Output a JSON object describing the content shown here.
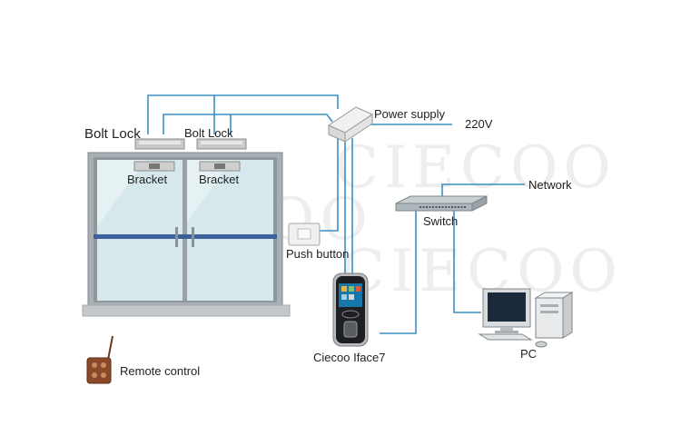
{
  "labels": {
    "bolt_lock_1": "Bolt Lock",
    "bolt_lock_2": "Bolt Lock",
    "bracket_1": "Bracket",
    "bracket_2": "Bracket",
    "power_supply": "Power supply",
    "voltage": "220V",
    "network": "Network",
    "switch": "Switch",
    "push_button": "Push button",
    "terminal": "Ciecoo Iface7",
    "pc": "PC",
    "remote_control": "Remote control"
  },
  "watermark": "CIECOO",
  "colors": {
    "wire": "#3a8fc4",
    "glass": "#cfe4ea",
    "frame": "#9aa2a6",
    "door_bar": "#3d5f9a"
  }
}
